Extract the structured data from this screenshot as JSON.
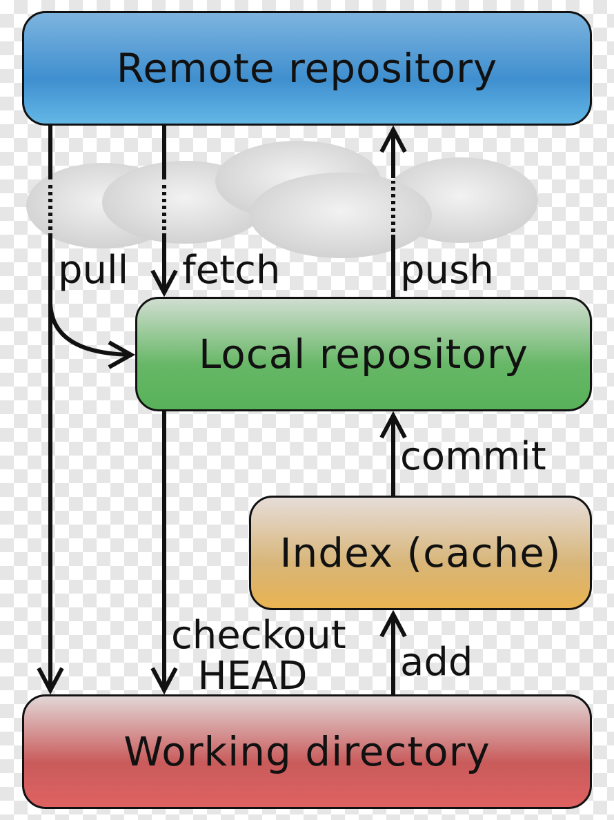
{
  "boxes": {
    "remote": "Remote repository",
    "local": "Local repository",
    "index": "Index (cache)",
    "working": "Working directory"
  },
  "arrows": {
    "pull": "pull",
    "fetch": "fetch",
    "push": "push",
    "commit": "commit",
    "checkout_line1": "checkout",
    "checkout_line2": "HEAD",
    "add": "add"
  },
  "colors": {
    "remote": "#4a9ad6",
    "local": "#5cb55e",
    "index": "#dcb56a",
    "working": "#d65f5f",
    "stroke": "#111111"
  }
}
